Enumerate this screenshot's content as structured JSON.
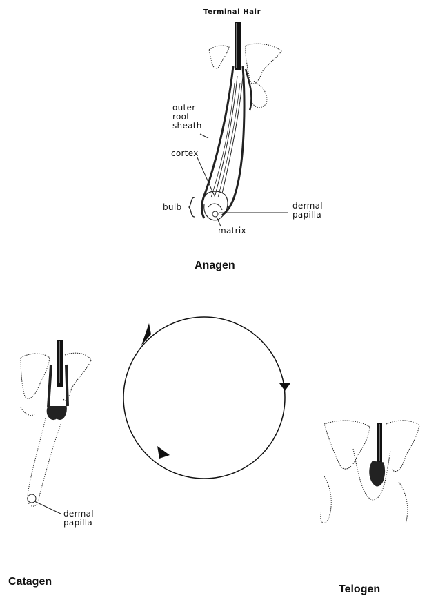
{
  "anagen": {
    "heading": "Terminal Hair",
    "title": "Anagen",
    "labels": {
      "outer_root_sheath": "outer\nroot\nsheath",
      "cortex": "cortex",
      "bulb": "bulb",
      "dermal_papilla": "dermal\npapilla",
      "matrix": "matrix"
    }
  },
  "catagen": {
    "title": "Catagen",
    "labels": {
      "dermal_papilla": "dermal\npapilla"
    }
  },
  "telogen": {
    "title": "Telogen"
  }
}
